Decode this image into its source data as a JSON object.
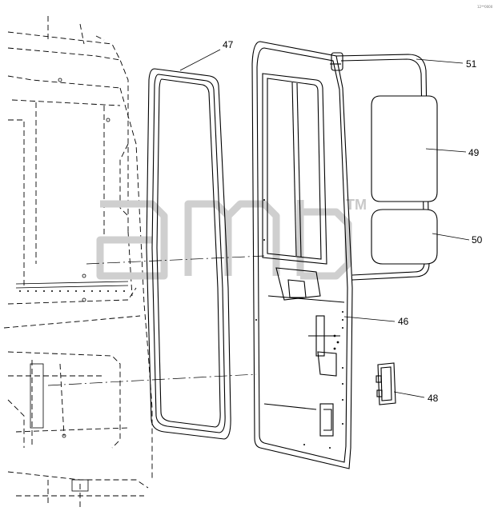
{
  "corner_code": "12**0000",
  "watermark": {
    "trademark": "TM"
  },
  "callouts": [
    {
      "id": "47",
      "label": "47"
    },
    {
      "id": "51",
      "label": "51"
    },
    {
      "id": "49",
      "label": "49"
    },
    {
      "id": "50",
      "label": "50"
    },
    {
      "id": "46",
      "label": "46"
    },
    {
      "id": "48",
      "label": "48"
    }
  ],
  "colors": {
    "line": "#000000",
    "watermark": "#cfcfcf",
    "background": "#ffffff"
  }
}
